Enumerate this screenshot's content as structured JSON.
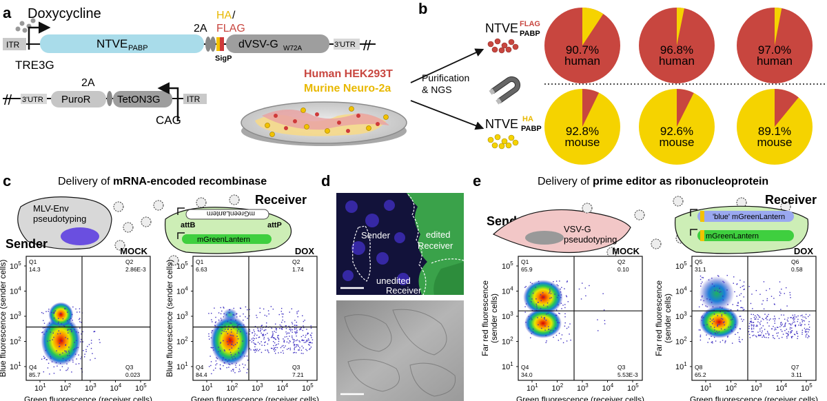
{
  "panels": {
    "a": {
      "letter": "a",
      "doxycycline": "Doxycycline",
      "itr": "ITR",
      "ntve": "NTVE",
      "ntve_sub": "PABP",
      "two_a": "2A",
      "ha": "HA",
      "slash": "/",
      "flag": "FLAG",
      "dvsvg": "dVSV-G",
      "dvsvg_sub": "W72A",
      "utr": "3'UTR",
      "tre3g": "TRE3G",
      "sigp": "SigP",
      "two_a_b": "2A",
      "utr_b": "3'UTR",
      "puror": "PuroR",
      "teton": "TetON3G",
      "itr_b": "ITR",
      "cag": "CAG",
      "human_cells": "Human HEK293T",
      "murine_cells": "Murine Neuro-2a",
      "purification_line1": "Purification",
      "purification_line2": "& NGS"
    },
    "b": {
      "letter": "b",
      "ntve": "NTVE",
      "flag_sup": "FLAG",
      "pabp_sub": "PABP",
      "ha_sup": "HA",
      "colors": {
        "human": "#c8463f",
        "mouse": "#f5d300"
      },
      "top_row": [
        {
          "pct": "90.7%",
          "species": "human",
          "value": 90.7
        },
        {
          "pct": "96.8%",
          "species": "human",
          "value": 96.8
        },
        {
          "pct": "97.0%",
          "species": "human",
          "value": 97.0
        }
      ],
      "bottom_row": [
        {
          "pct": "92.8%",
          "species": "mouse",
          "value": 92.8
        },
        {
          "pct": "92.6%",
          "species": "mouse",
          "value": 92.6
        },
        {
          "pct": "89.1%",
          "species": "mouse",
          "value": 89.1
        }
      ]
    },
    "c": {
      "letter": "c",
      "title_plain": "Delivery of ",
      "title_bold": "mRNA-encoded recombinase",
      "mlv_line1": "MLV-Env",
      "mlv_line2": "pseudotyping",
      "sender": "Sender",
      "receiver": "Receiver",
      "mgl_reversed": "mGreenLantern",
      "mgl": "mGreenLantern",
      "attb": "attB",
      "attp": "attP",
      "plots": [
        {
          "tag": "MOCK",
          "q1_label": "Q1",
          "q1": "14.3",
          "q2_label": "Q2",
          "q2": "2.86E-3",
          "q3_label": "Q3",
          "q3": "0.023",
          "q4_label": "Q4",
          "q4": "85.7",
          "ylabel": "Blue fluorescence (sender cells)",
          "xlabel": "Green fluorescence (receiver cells)"
        },
        {
          "tag": "DOX",
          "q1_label": "Q1",
          "q1": "6.63",
          "q2_label": "Q2",
          "q2": "1.74",
          "q3_label": "Q3",
          "q3": "7.21",
          "q4_label": "Q4",
          "q4": "84.4",
          "ylabel": "Blue fluorescence (sender cells)",
          "xlabel": "Green fluorescence (receiver cells)"
        }
      ]
    },
    "d": {
      "letter": "d",
      "sender": "Sender",
      "edited_line1": "edited",
      "edited_line2": "Receiver",
      "unedited_line1": "unedited",
      "unedited_line2": "Receiver"
    },
    "e": {
      "letter": "e",
      "title_plain": "Delivery of ",
      "title_bold": "prime editor as ribonucleoprotein",
      "sender": "Sender",
      "receiver": "Receiver",
      "vsvg_line1": "VSV-G",
      "vsvg_line2": "pseudotyping",
      "blue_mgl": "'blue' mGreenLantern",
      "mgl": "mGreenLantern",
      "plots": [
        {
          "tag": "MOCK",
          "q1_label": "Q1",
          "q1": "65.9",
          "q2_label": "Q2",
          "q2": "0.10",
          "q3_label": "Q3",
          "q3": "5.53E-3",
          "q4_label": "Q4",
          "q4": "34.0",
          "ylabel_line1": "Far red fluorescence",
          "ylabel_line2": "(sender cells)",
          "xlabel": "Green fluorescence (receiver cells)"
        },
        {
          "tag": "DOX",
          "q1_label": "Q5",
          "q1": "31.1",
          "q2_label": "Q6",
          "q2": "0.58",
          "q3_label": "Q7",
          "q3": "3.11",
          "q4_label": "Q8",
          "q4": "65.2",
          "ylabel_line1": "Far red fluorescence",
          "ylabel_line2": "(sender cells)",
          "xlabel": "Green fluorescence (receiver cells)"
        }
      ]
    }
  },
  "axis_ticks": {
    "base": "10",
    "exps": [
      "1",
      "2",
      "3",
      "4",
      "5"
    ]
  }
}
